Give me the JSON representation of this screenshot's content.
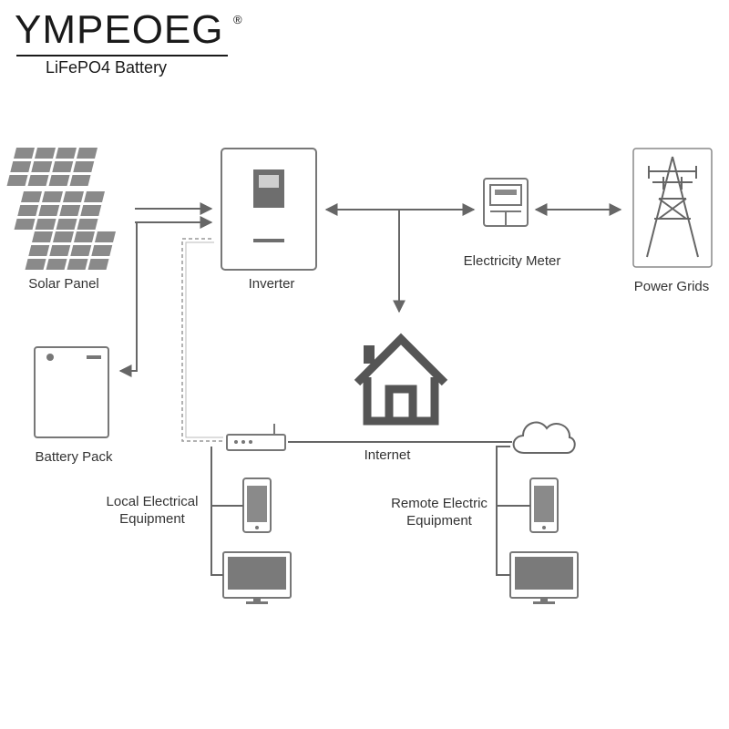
{
  "brand": {
    "name": "YMPEOEG",
    "registered_mark": "®",
    "subtitle": "LiFePO4 Battery"
  },
  "labels": {
    "solar_panel": "Solar Panel",
    "inverter": "Inverter",
    "electricity_meter": "Electricity Meter",
    "power_grids": "Power Grids",
    "battery_pack": "Battery Pack",
    "internet": "Internet",
    "local_line1": "Local Electrical",
    "local_line2": "Equipment",
    "remote_line1": "Remote Electric",
    "remote_line2": "Equipment"
  },
  "colors": {
    "line": "#666666",
    "panel_fill": "#8a8a8a",
    "screen_fill": "#6e6e6e",
    "outline": "#666666",
    "dashed_cable": "#999999"
  }
}
